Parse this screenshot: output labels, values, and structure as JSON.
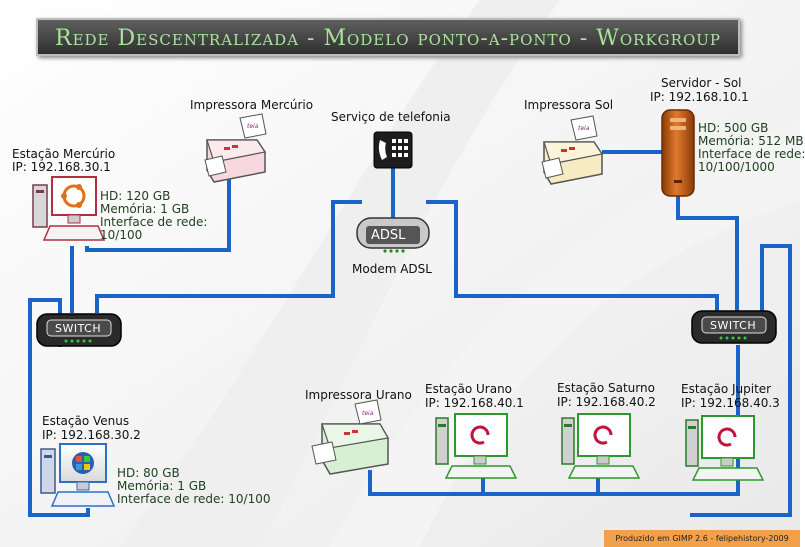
{
  "title": "Rede Descentralizada - Modelo ponto-a-ponto - Workgroup",
  "footer": "Produzido em GIMP 2.6 - felipehistory-2009",
  "colors": {
    "link": "#1a63c8",
    "title_bg": "#3f3f3f",
    "title_text": "#a7e49a",
    "footer_bg": "#f2a04a",
    "server_body": "#c8601a"
  },
  "devices": {
    "impressora_mercurio": {
      "label": "Impressora Mercúrio",
      "paper": "teia",
      "icon": "printer-icon"
    },
    "servico_telefonia": {
      "label": "Serviço de telefonia",
      "icon": "phone-icon"
    },
    "impressora_sol": {
      "label": "Impressora Sol",
      "paper": "teia",
      "icon": "printer-icon"
    },
    "servidor_sol": {
      "label": "Servidor - Sol",
      "ip": "IP: 192.168.10.1",
      "hd": "HD: 500 GB",
      "memoria": "Memória: 512 MB",
      "interface": "Interface de rede:",
      "speed": "10/100/1000",
      "icon": "server-tower-icon"
    },
    "estacao_mercurio": {
      "label": "Estação Mercúrio",
      "ip": "IP: 192.168.30.1",
      "hd": "HD: 120 GB",
      "memoria": "Memória: 1 GB",
      "interface": "Interface de rede:",
      "speed": "10/100",
      "icon": "ubuntu-workstation-icon"
    },
    "modem": {
      "screen": "ADSL",
      "label": "Modem ADSL",
      "icon": "modem-icon"
    },
    "switch_left": {
      "label": "SWITCH",
      "icon": "switch-icon"
    },
    "switch_right": {
      "label": "SWITCH",
      "icon": "switch-icon"
    },
    "estacao_venus": {
      "label": "Estação Venus",
      "ip": "IP: 192.168.30.2",
      "hd": "HD: 80 GB",
      "memoria": "Memória: 1 GB",
      "interface": "Interface de rede: 10/100",
      "icon": "windows-workstation-icon"
    },
    "impressora_urano": {
      "label": "Impressora Urano",
      "paper": "teia",
      "icon": "printer-icon"
    },
    "estacao_urano": {
      "label": "Estação Urano",
      "ip": "IP: 192.168.40.1",
      "icon": "debian-workstation-icon"
    },
    "estacao_saturno": {
      "label": "Estação Saturno",
      "ip": "IP: 192.168.40.2",
      "icon": "debian-workstation-icon"
    },
    "estacao_jupiter": {
      "label": "Estação Jupiter",
      "ip": "IP: 192.168.40.3",
      "icon": "debian-workstation-icon"
    }
  }
}
